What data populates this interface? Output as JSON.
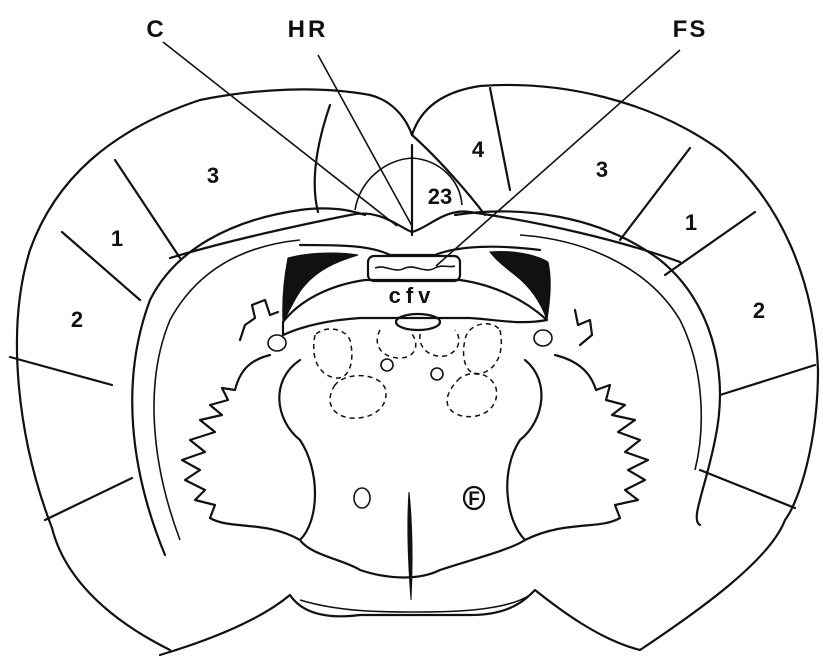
{
  "labels": {
    "c": "C",
    "hr": "HR",
    "fs": "FS",
    "cfv": "cfv",
    "fornix": "F"
  },
  "regions": {
    "left_1": "1",
    "left_2": "2",
    "left_3": "3",
    "right_1": "1",
    "right_2": "2",
    "right_3": "3",
    "mid_4": "4",
    "mid_23": "23"
  }
}
